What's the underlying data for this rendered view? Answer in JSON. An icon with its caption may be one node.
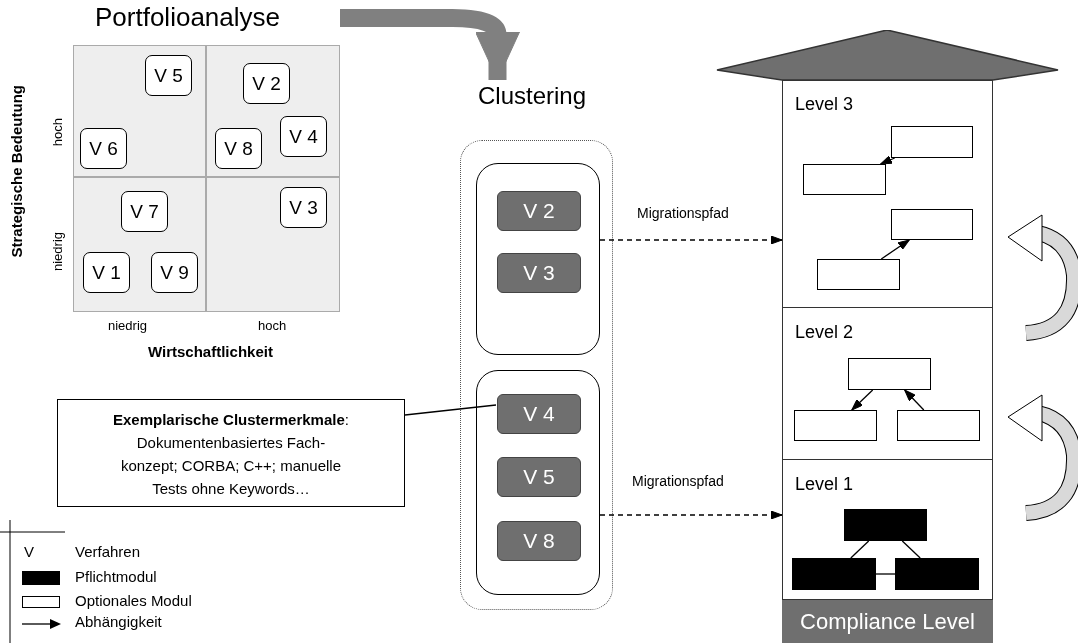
{
  "diagram": {
    "nodes": [
      {
        "text": [
          "Portfolioanalyse"
        ]
      },
      {
        "text": [
          "V 5"
        ],
        "in": 0
      },
      {
        "text": [
          "V 2"
        ],
        "in": 0
      },
      {
        "text": [
          "V 4"
        ],
        "in": 0
      },
      {
        "text": [
          "V 6"
        ],
        "in": 0
      },
      {
        "text": [
          "V 8"
        ],
        "in": 0
      },
      {
        "text": [
          "V 7"
        ],
        "in": 0
      },
      {
        "text": [
          "V 3"
        ],
        "in": 0
      },
      {
        "text": [
          "V 1"
        ],
        "in": 0
      },
      {
        "text": [
          "V 9"
        ],
        "in": 0
      },
      {
        "text": [
          "Clustering"
        ]
      },
      {
        "text": [],
        "shape": "box",
        "in": 10
      },
      {
        "text": [
          "V 2"
        ],
        "in": 11
      },
      {
        "text": [
          "V 3"
        ],
        "in": 11
      },
      {
        "text": [],
        "shape": "box",
        "in": 10
      },
      {
        "text": [
          "V 4"
        ],
        "in": 14
      },
      {
        "text": [
          "V 5"
        ],
        "in": 14
      },
      {
        "text": [
          "V 8"
        ],
        "in": 14
      },
      {
        "text": [
          "**Exemplarische Clustermerkmale**: Dokumentenbasiertes Fach- konzept; CORBA; C++; manuelle Tests ohne Keywords…"
        ]
      },
      {
        "text": [
          "Compliance Level"
        ]
      },
      {
        "text": [
          "Level 3"
        ],
        "in": 19
      },
      {
        "text": [],
        "shape": "box",
        "in": 20
      },
      {
        "text": [],
        "shape": "box",
        "in": 20
      },
      {
        "text": [],
        "shape": "box",
        "in": 20
      },
      {
        "text": [],
        "shape": "box",
        "in": 20
      },
      {
        "text": [
          "Level 2"
        ],
        "in": 19
      },
      {
        "text": [],
        "shape": "box",
        "in": 25
      },
      {
        "text": [],
        "shape": "box",
        "in": 25
      },
      {
        "text": [],
        "shape": "box",
        "in": 25
      },
      {
        "text": [
          "Level 1"
        ],
        "in": 19
      },
      {
        "text": [],
        "shape": "box",
        "in": 29
      },
      {
        "text": [],
        "shape": "box",
        "in": 29
      },
      {
        "text": [],
        "shape": "box",
        "in": 29
      }
    ],
    "edges": [
      {
        "from": 0,
        "to": 10,
        "arrow": "to",
        "style": "thick",
        "color": "#808080"
      },
      {
        "from": 11,
        "to": 20,
        "arrow": "to",
        "label": "Migrationspfad",
        "style": "dashed"
      },
      {
        "from": 14,
        "to": 29,
        "arrow": "to",
        "label": "Migrationspfad",
        "style": "dashed"
      },
      {
        "from": 21,
        "to": 22,
        "arrow": "to"
      },
      {
        "from": 24,
        "to": 23,
        "arrow": "to"
      },
      {
        "from": 26,
        "to": 27,
        "arrow": "to"
      },
      {
        "from": 28,
        "to": 26,
        "arrow": "to"
      },
      {
        "from": 30,
        "to": 31,
        "arrow": "none"
      },
      {
        "from": 30,
        "to": 32,
        "arrow": "none"
      },
      {
        "from": 31,
        "to": 32,
        "arrow": "none"
      },
      {
        "from": 18,
        "to": 15,
        "arrow": "none"
      }
    ],
    "labels": [
      "hoch",
      "niedrig",
      "Strategische Bedeutung",
      "niedrig",
      "hoch",
      "Wirtschaftlichkeit",
      "V"
    ],
    "legend": [
      {
        "text": "Verfahren"
      },
      {
        "text": "Pflichtmodul",
        "color": "#000000"
      },
      {
        "text": "Optionales Modul"
      },
      {
        "text": "Abhängigkeit"
      }
    ]
  }
}
